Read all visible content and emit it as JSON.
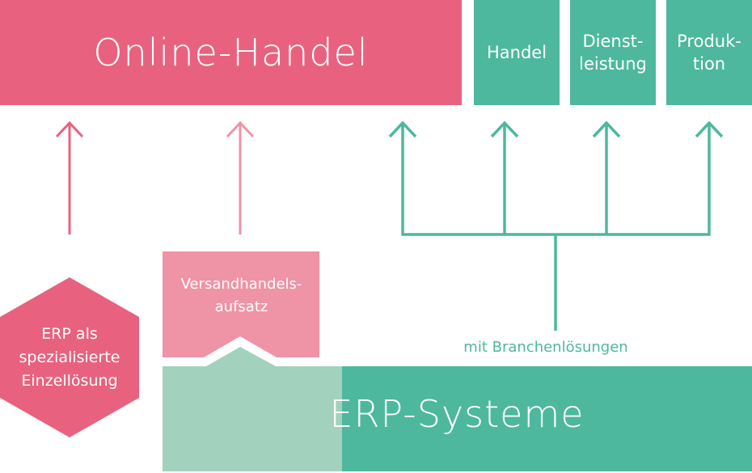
{
  "colors": {
    "pink": "#e8627f",
    "light_pink": "#ef93a6",
    "teal": "#4db89e",
    "light_teal": "#a2d2bd"
  },
  "top": {
    "online_handel": "Online-Handel",
    "branches": [
      {
        "label": "Handel"
      },
      {
        "label": "Dienst-\nleistung"
      },
      {
        "label": "Produk-\ntion"
      }
    ]
  },
  "bottom": {
    "hexagon_label": "ERP als\nspezialisierte\nEinzellösung",
    "versand_label": "Versandhandels-\naufsatz",
    "branchen_label": "mit Branchenlösungen",
    "erp_label": "ERP-Systeme"
  },
  "arrows": [
    {
      "from": "hexagon",
      "to": "online_handel",
      "color": "pink"
    },
    {
      "from": "versandhandelsaufsatz",
      "to": "online_handel",
      "color": "light_pink"
    },
    {
      "from": "erp_systeme",
      "to": "online_handel",
      "color": "teal"
    },
    {
      "from": "erp_systeme",
      "to": "handel",
      "color": "teal"
    },
    {
      "from": "erp_systeme",
      "to": "dienstleistung",
      "color": "teal"
    },
    {
      "from": "erp_systeme",
      "to": "produktion",
      "color": "teal"
    }
  ]
}
